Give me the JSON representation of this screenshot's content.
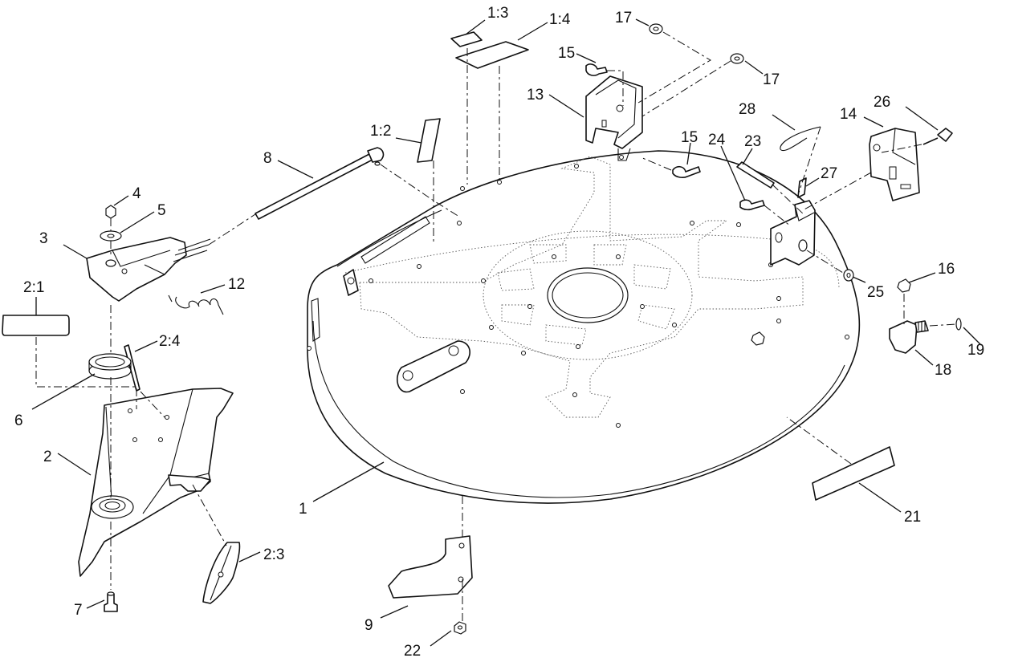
{
  "callouts": [
    {
      "id": "c1",
      "label": "1"
    },
    {
      "id": "c1_2",
      "label": "1:2"
    },
    {
      "id": "c1_3",
      "label": "1:3"
    },
    {
      "id": "c1_4",
      "label": "1:4"
    },
    {
      "id": "c2",
      "label": "2"
    },
    {
      "id": "c2_1",
      "label": "2:1"
    },
    {
      "id": "c2_3",
      "label": "2:3"
    },
    {
      "id": "c2_4",
      "label": "2:4"
    },
    {
      "id": "c3",
      "label": "3"
    },
    {
      "id": "c4",
      "label": "4"
    },
    {
      "id": "c5",
      "label": "5"
    },
    {
      "id": "c6",
      "label": "6"
    },
    {
      "id": "c7",
      "label": "7"
    },
    {
      "id": "c8",
      "label": "8"
    },
    {
      "id": "c9",
      "label": "9"
    },
    {
      "id": "c12",
      "label": "12"
    },
    {
      "id": "c13",
      "label": "13"
    },
    {
      "id": "c14",
      "label": "14"
    },
    {
      "id": "c15a",
      "label": "15"
    },
    {
      "id": "c15b",
      "label": "15"
    },
    {
      "id": "c16",
      "label": "16"
    },
    {
      "id": "c17a",
      "label": "17"
    },
    {
      "id": "c17b",
      "label": "17"
    },
    {
      "id": "c18",
      "label": "18"
    },
    {
      "id": "c19",
      "label": "19"
    },
    {
      "id": "c21",
      "label": "21"
    },
    {
      "id": "c22",
      "label": "22"
    },
    {
      "id": "c23",
      "label": "23"
    },
    {
      "id": "c24",
      "label": "24"
    },
    {
      "id": "c25",
      "label": "25"
    },
    {
      "id": "c26",
      "label": "26"
    },
    {
      "id": "c27",
      "label": "27"
    },
    {
      "id": "c28",
      "label": "28"
    }
  ]
}
